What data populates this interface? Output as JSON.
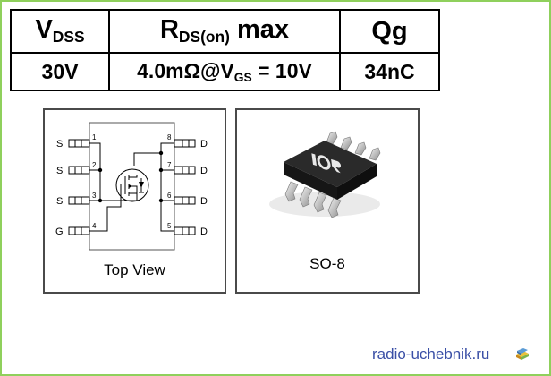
{
  "spec_table": {
    "headers": [
      {
        "main": "V",
        "sub": "DSS",
        "tail": ""
      },
      {
        "main": "R",
        "sub": "DS(on)",
        "tail": " max"
      },
      {
        "main": "Qg",
        "sub": "",
        "tail": ""
      }
    ],
    "values": {
      "vdss": "30V",
      "rds": {
        "pre": "4.0mΩ@V",
        "sub": "GS",
        "post": " = 10V"
      },
      "qg": "34nC"
    }
  },
  "pinout": {
    "left_pins": [
      {
        "label": "S",
        "num": "1"
      },
      {
        "label": "S",
        "num": "2"
      },
      {
        "label": "S",
        "num": "3"
      },
      {
        "label": "G",
        "num": "4"
      }
    ],
    "right_pins": [
      {
        "label": "D",
        "num": "8"
      },
      {
        "label": "D",
        "num": "7"
      },
      {
        "label": "D",
        "num": "6"
      },
      {
        "label": "D",
        "num": "5"
      }
    ],
    "caption": "Top View"
  },
  "package": {
    "logo": "IOR",
    "caption": "SO-8"
  },
  "watermark": "radio-uchebnik.ru",
  "colors": {
    "frame": "#8fd05c",
    "watermark": "#3a4fa6"
  }
}
